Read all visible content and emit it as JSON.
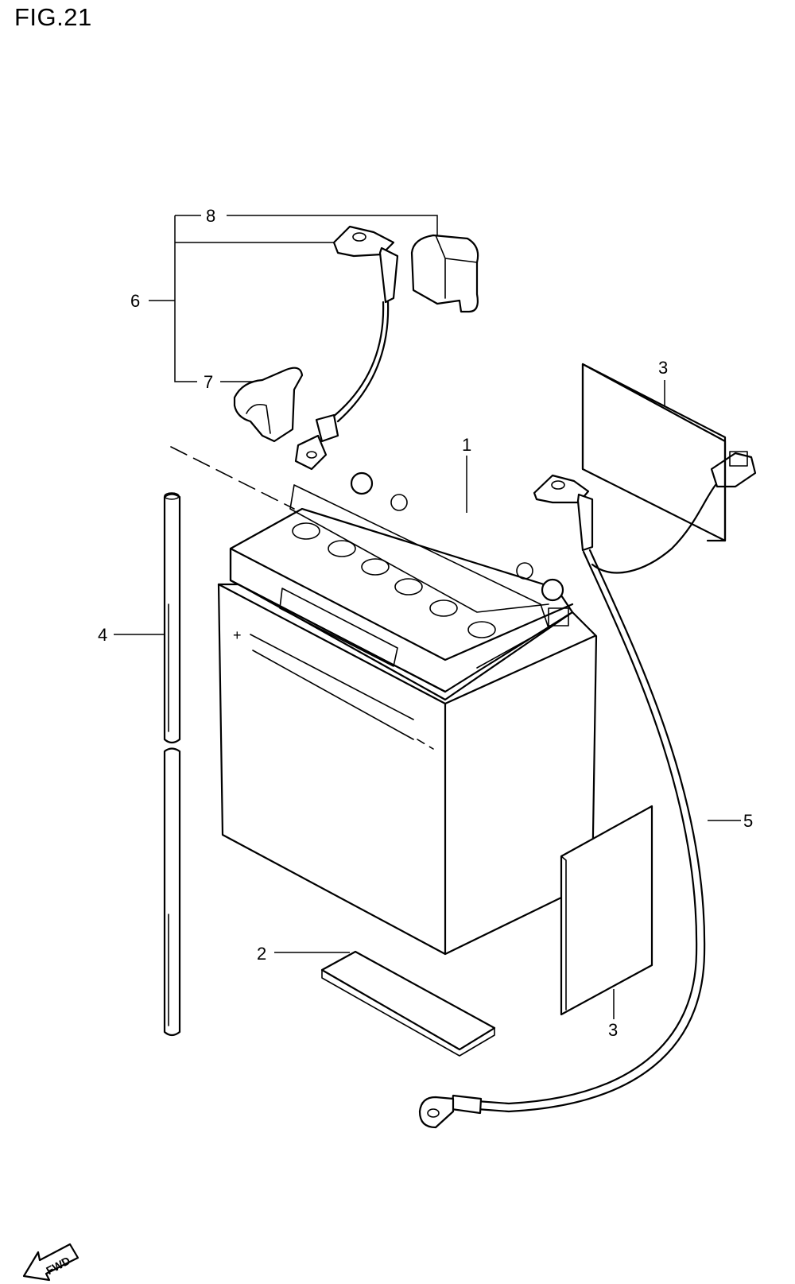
{
  "figure": {
    "title": "FIG.21"
  },
  "callouts": {
    "battery": "1",
    "battery_pad": "2",
    "label_upper": "3",
    "label_lower": "3",
    "breather_hose": "4",
    "negative_cable": "5",
    "positive_cable_set": "6",
    "terminal_cover_small": "7",
    "terminal_cover_large": "8"
  },
  "forward_marker": {
    "label": "FWD"
  }
}
